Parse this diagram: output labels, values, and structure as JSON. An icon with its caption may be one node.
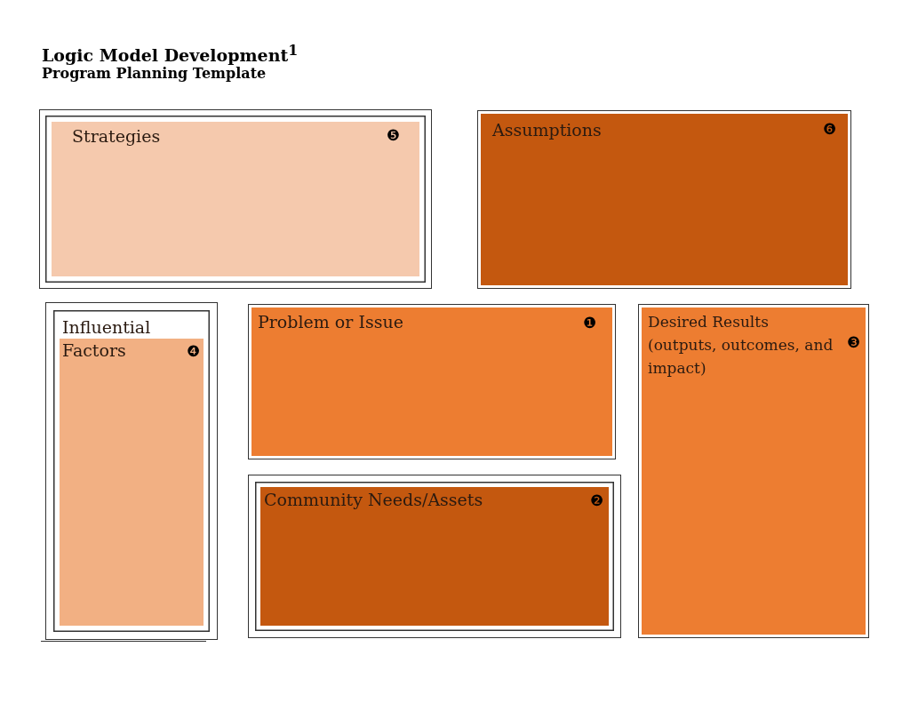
{
  "diagram": {
    "title": "Logic Model Development$^{1}$",
    "nodes": [
      {
        "text": [
          "Strategies",
          "❺"
        ]
      },
      {
        "text": [
          "Assumptions",
          "❻"
        ]
      },
      {
        "text": [
          "Influential Factors",
          "❹"
        ]
      },
      {
        "text": [
          "Problem or Issue",
          "❶"
        ]
      },
      {
        "text": [
          "Desired Results (outputs, outcomes, and impact)",
          "❸"
        ]
      },
      {
        "text": [
          "Community Needs/Assets",
          "❷"
        ]
      }
    ],
    "edges": [],
    "labels": [
      "Program Planning Template"
    ]
  }
}
